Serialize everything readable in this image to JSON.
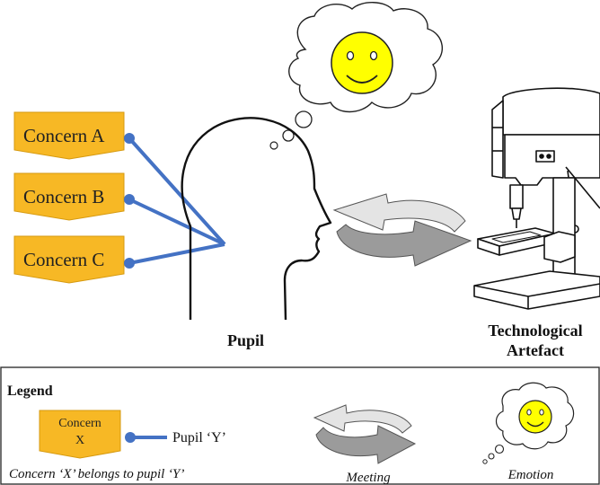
{
  "concerns": [
    {
      "label": "Concern A"
    },
    {
      "label": "Concern B"
    },
    {
      "label": "Concern C"
    }
  ],
  "pupil_label": "Pupil",
  "artefact_label_line1": "Technological",
  "artefact_label_line2": "Artefact",
  "legend": {
    "title": "Legend",
    "concern_line1": "Concern",
    "concern_line2": "X",
    "pupil_text": "Pupil ‘Y’",
    "caption_concern": "Concern ‘X’ belongs to pupil ‘Y’",
    "caption_meeting": "Meeting",
    "caption_emotion": "Emotion"
  },
  "colors": {
    "concern_fill": "#F7B825",
    "concern_stroke": "#D69A10",
    "link_line": "#4472C4",
    "smiley_fill": "#FFFF00",
    "arrow_light": "#E4E4E4",
    "arrow_dark": "#9B9B9B"
  },
  "icons": [
    "smiley-face-icon",
    "thought-cloud-icon",
    "pupil-head-silhouette-icon",
    "drill-press-icon",
    "meeting-arrows-icon"
  ]
}
